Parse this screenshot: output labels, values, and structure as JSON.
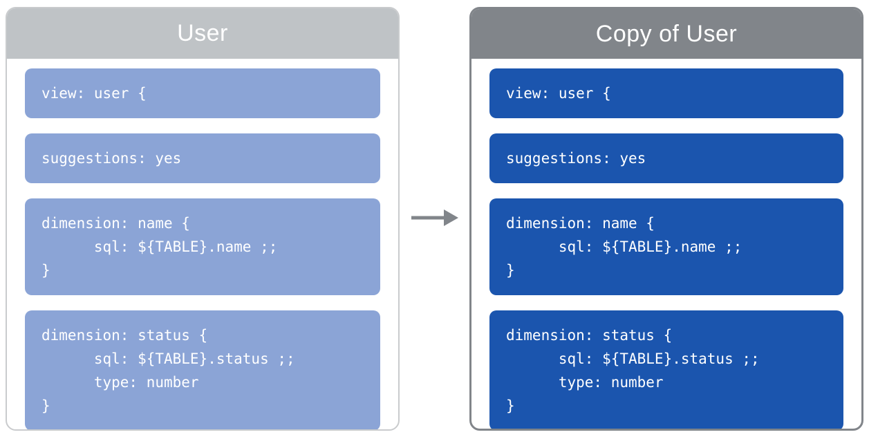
{
  "diagram": {
    "background_color": "#ffffff",
    "code_text_color": "#ffffff",
    "title_text_color": "#ffffff",
    "arrow": {
      "icon": "right-arrow-icon",
      "color": "#81858a"
    },
    "panels": [
      {
        "id": "user",
        "title": "User",
        "header_color": "#bfc3c6",
        "border_color": "#c9cbcd",
        "block_color": "#8ba4d6",
        "blocks": [
          {
            "lines": [
              "view: user {"
            ]
          },
          {
            "lines": [
              "suggestions: yes"
            ]
          },
          {
            "lines": [
              "dimension: name {",
              "      sql: ${TABLE}.name ;;",
              "}"
            ]
          },
          {
            "lines": [
              "dimension: status {",
              "      sql: ${TABLE}.status ;;",
              "      type: number",
              "}"
            ]
          }
        ]
      },
      {
        "id": "copy-of-user",
        "title": "Copy of User",
        "header_color": "#81858a",
        "border_color": "#81858a",
        "block_color": "#1b55ae",
        "blocks": [
          {
            "lines": [
              "view: user {"
            ]
          },
          {
            "lines": [
              "suggestions: yes"
            ]
          },
          {
            "lines": [
              "dimension: name {",
              "      sql: ${TABLE}.name ;;",
              "}"
            ]
          },
          {
            "lines": [
              "dimension: status {",
              "      sql: ${TABLE}.status ;;",
              "      type: number",
              "}"
            ]
          }
        ]
      }
    ]
  }
}
